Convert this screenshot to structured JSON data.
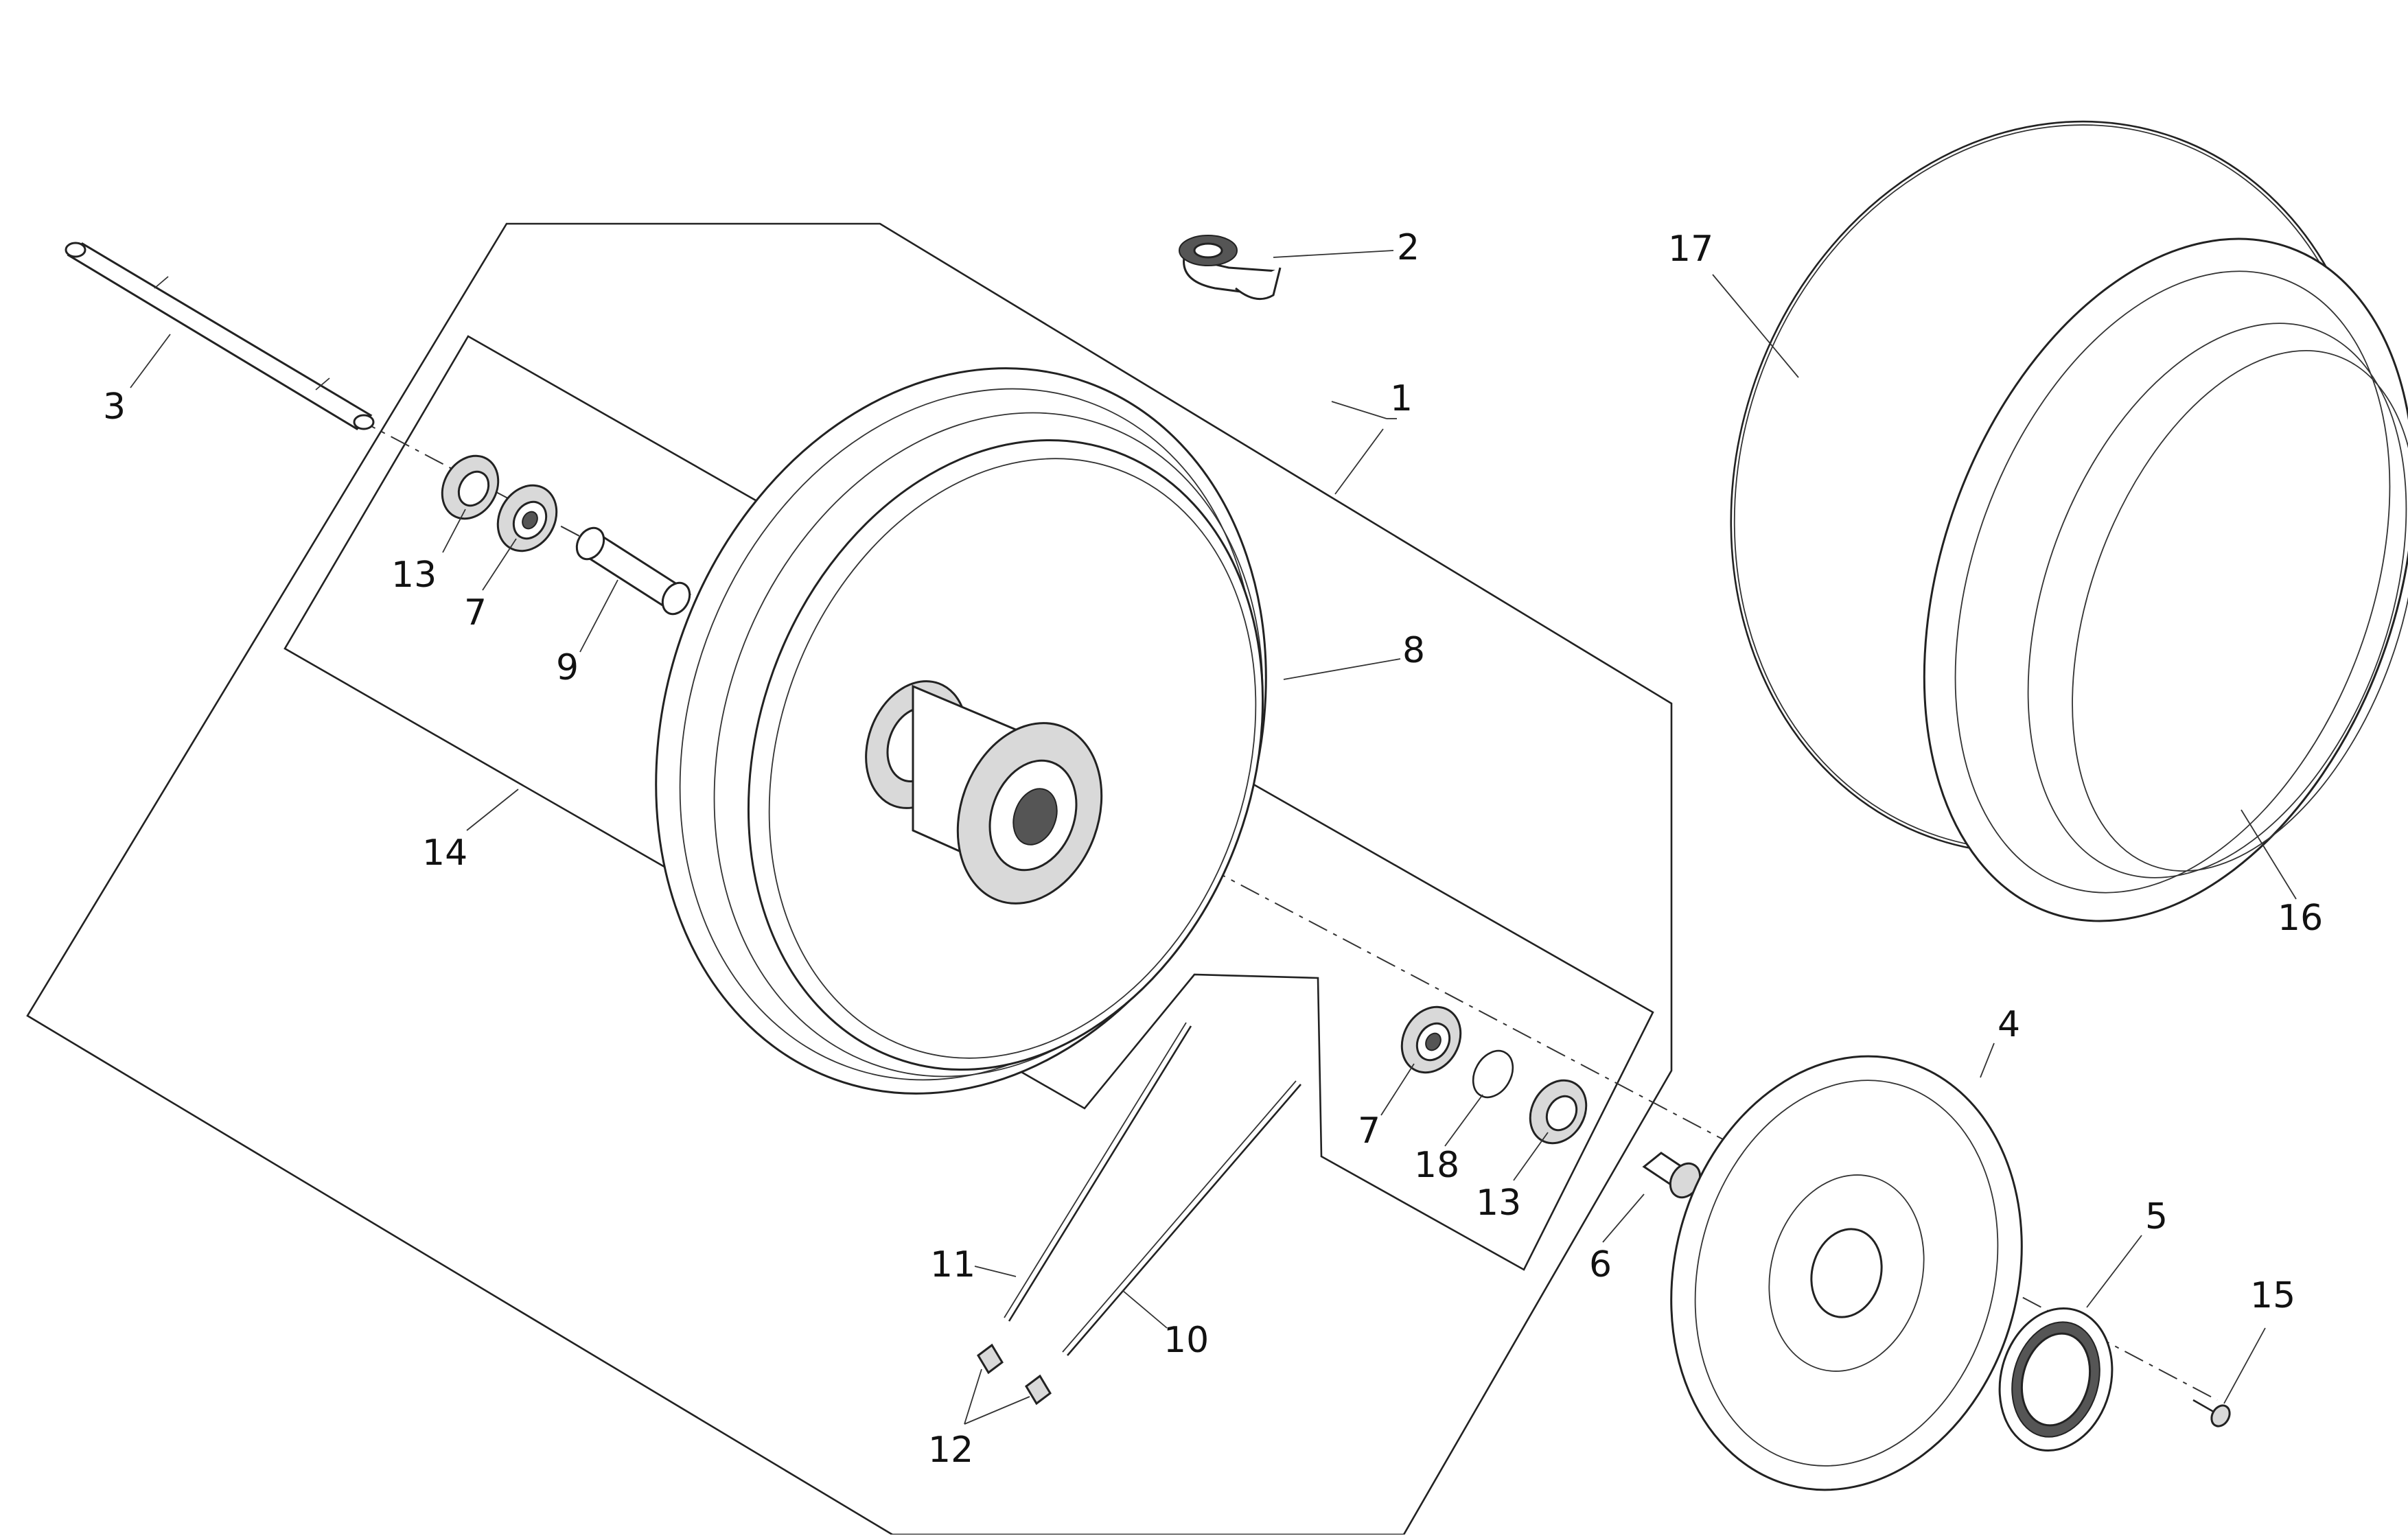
{
  "callouts": [
    {
      "id": "label-1",
      "text": "1"
    },
    {
      "id": "label-2",
      "text": "2"
    },
    {
      "id": "label-3",
      "text": "3"
    },
    {
      "id": "label-4",
      "text": "4"
    },
    {
      "id": "label-5",
      "text": "5"
    },
    {
      "id": "label-6",
      "text": "6"
    },
    {
      "id": "label-7a",
      "text": "7"
    },
    {
      "id": "label-7b",
      "text": "7"
    },
    {
      "id": "label-8",
      "text": "8"
    },
    {
      "id": "label-9",
      "text": "9"
    },
    {
      "id": "label-10",
      "text": "10"
    },
    {
      "id": "label-11",
      "text": "11"
    },
    {
      "id": "label-12",
      "text": "12"
    },
    {
      "id": "label-13a",
      "text": "13"
    },
    {
      "id": "label-13b",
      "text": "13"
    },
    {
      "id": "label-14",
      "text": "14"
    },
    {
      "id": "label-15",
      "text": "15"
    },
    {
      "id": "label-16",
      "text": "16"
    },
    {
      "id": "label-17",
      "text": "17"
    },
    {
      "id": "label-18",
      "text": "18"
    }
  ]
}
